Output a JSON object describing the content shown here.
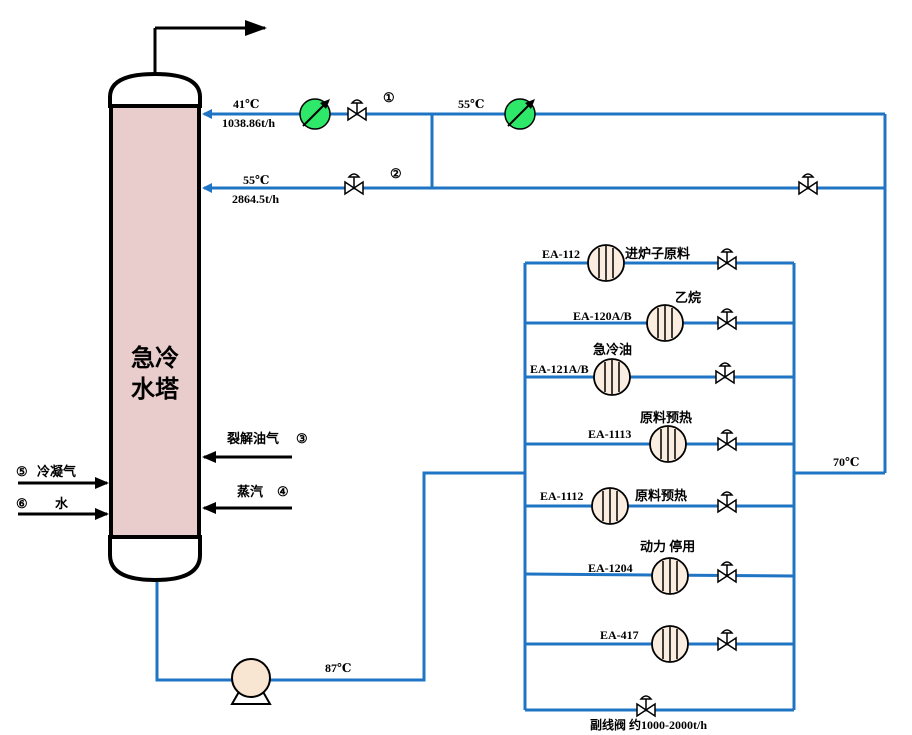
{
  "tower": {
    "label_line1": "急冷",
    "label_line2": "水塔"
  },
  "streams": {
    "return1": {
      "temp": "41℃",
      "flow": "1038.86t/h",
      "marker": "①"
    },
    "return2": {
      "temp": "55℃",
      "flow": "2864.5t/h",
      "marker": "②"
    },
    "cooled_temp": "55℃",
    "header_temp": "70℃",
    "pump_temp": "87℃",
    "bypass": "副线阀 约1000-2000t/h"
  },
  "feeds": [
    {
      "marker": "③",
      "name": "裂解油气"
    },
    {
      "marker": "④",
      "name": "蒸汽"
    },
    {
      "marker": "⑤",
      "name": "冷凝气"
    },
    {
      "marker": "⑥",
      "name": "水"
    }
  ],
  "exchangers": [
    {
      "tag": "EA-112",
      "service": "进炉子原料"
    },
    {
      "tag": "EA-120A/B",
      "service": "乙烷"
    },
    {
      "tag": "EA-121A/B",
      "service": "急冷油"
    },
    {
      "tag": "EA-1113",
      "service": "原料预热"
    },
    {
      "tag": "EA-1112",
      "service": "原料预热"
    },
    {
      "tag": "EA-1204",
      "service": "动力 停用"
    },
    {
      "tag": "EA-417",
      "service": ""
    }
  ],
  "colors": {
    "pipe": "#1f74c4",
    "tower_fill": "#e9cccc",
    "cooler_fill": "#2ee86a",
    "exchanger_fill": "#fbeee0",
    "pump_fill": "#f8e6d2"
  }
}
